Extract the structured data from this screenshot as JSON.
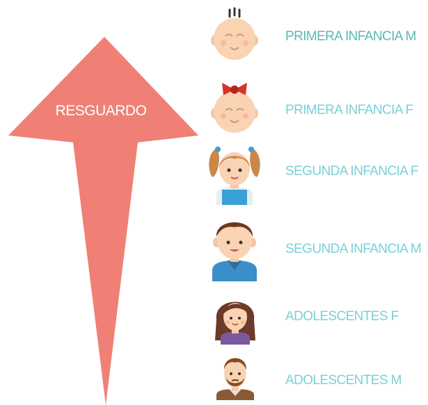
{
  "arrow": {
    "label": "RESGUARDO",
    "color": "#f08075"
  },
  "colors": {
    "label_text": "#7ad0d8",
    "skin": "#f9d3b2",
    "cheek": "#f7a898"
  },
  "rows": [
    {
      "label": "PRIMERA INFANCIA M",
      "icon": "baby-boy-icon"
    },
    {
      "label": "PRIMERA INFANCIA F",
      "icon": "baby-girl-icon"
    },
    {
      "label": "SEGUNDA INFANCIA F",
      "icon": "girl-pigtails-icon"
    },
    {
      "label": "SEGUNDA INFANCIA M",
      "icon": "boy-icon"
    },
    {
      "label": "ADOLESCENTES F",
      "icon": "teen-girl-icon"
    },
    {
      "label": "ADOLESCENTES M",
      "icon": "teen-boy-icon"
    }
  ]
}
